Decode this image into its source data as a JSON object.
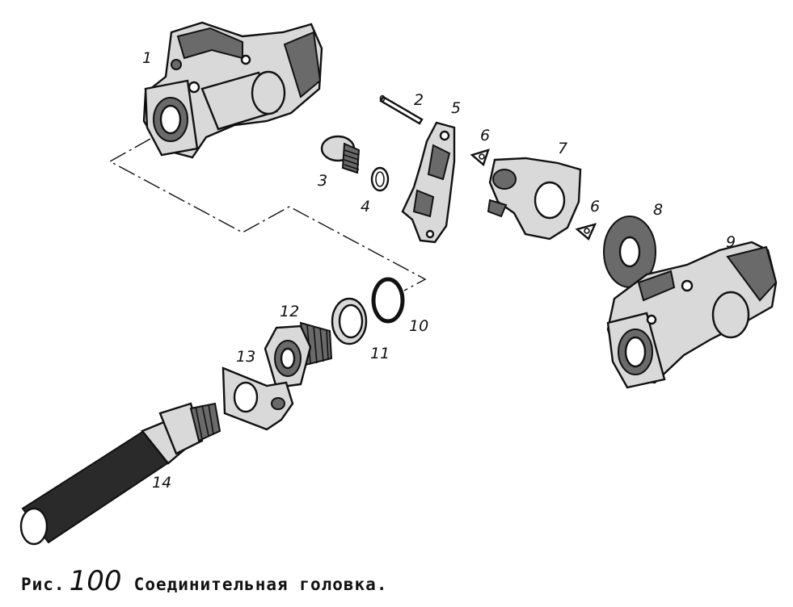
{
  "parts": [
    {
      "id": "part-1",
      "label": "1"
    },
    {
      "id": "part-2",
      "label": "2"
    },
    {
      "id": "part-3",
      "label": "3"
    },
    {
      "id": "part-4",
      "label": "4"
    },
    {
      "id": "part-5",
      "label": "5"
    },
    {
      "id": "part-6a",
      "label": "6"
    },
    {
      "id": "part-6b",
      "label": "6"
    },
    {
      "id": "part-7",
      "label": "7"
    },
    {
      "id": "part-8",
      "label": "8"
    },
    {
      "id": "part-9",
      "label": "9"
    },
    {
      "id": "part-10",
      "label": "10"
    },
    {
      "id": "part-11",
      "label": "11"
    },
    {
      "id": "part-12",
      "label": "12"
    },
    {
      "id": "part-13",
      "label": "13"
    },
    {
      "id": "part-14",
      "label": "14"
    }
  ],
  "caption": {
    "prefix": "Рис.",
    "number": "100",
    "title": "Соединительная головка."
  }
}
